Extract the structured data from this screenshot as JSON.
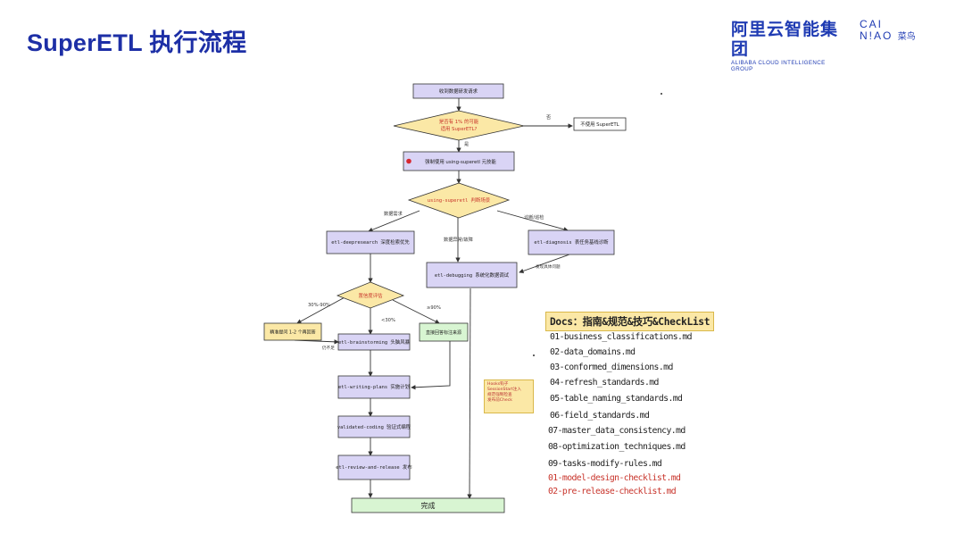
{
  "slide": {
    "title": "SuperETL 执行流程",
    "logo_alibaba_zh": "阿里云智能集团",
    "logo_alibaba_en": "ALIBABA CLOUD INTELLIGENCE GROUP",
    "logo_cainiao_line1": "CAI",
    "logo_cainiao_line2": "N!AO",
    "logo_cainiao_zh": "菜鸟"
  },
  "flow": {
    "start": "收到数据研发请求",
    "q_superetl": "是否有 1% 的可能",
    "q_superetl_2": "适用 SuperETL?",
    "no_label": "否",
    "no_superetl": "不使用 SuperETL",
    "yes_label": "是",
    "force_use": "强制使用 using-superetl 元技能",
    "judge": "using-superetl 判断场景",
    "br_requirement": "数据需求",
    "br_anomaly": "数据异常/故障",
    "br_diagnosis": "诊断/巡检",
    "deepresearch": "etl-deepresearch 深度检索优先",
    "diagnosis": "etl-diagnosis 表任务基线诊断",
    "found_issue": "发现具体问题",
    "debugging": "etl-debugging 系统化数据调试",
    "confidence": "置信度评估",
    "br_30_90": "30%-90%",
    "br_lt30": "<30%",
    "br_ge90": "≥90%",
    "ask_questions": "精准提问 1-2 个再回答",
    "brainstorming": "etl-brainstorming 头脑风暴",
    "still_unclear": "仍不足",
    "direct_answer": "直接回答标注来源",
    "writing_plans": "etl-writing-plans 实施计划",
    "validated_coding": "validated-coding 验证式编程",
    "review_release": "etl-review-and-release 发布",
    "done": "完成"
  },
  "note": {
    "line1": "Hooks钩子",
    "line2": "SessionStart注入",
    "line3": "规范强制检查",
    "line4": "发布前Check"
  },
  "docs": {
    "title": "Docs：指南&规范&技巧&CheckList",
    "items": [
      "01-business_classifications.md",
      "02-data_domains.md",
      "03-conformed_dimensions.md",
      "04-refresh_standards.md",
      "05-table_naming_standards.md",
      "06-field_standards.md",
      "07-master_data_consistency.md",
      "08-optimization_techniques.md",
      "09-tasks-modify-rules.md",
      "01-model-design-checklist.md",
      "02-pre-release-checklist.md"
    ]
  },
  "colors": {
    "title": "#1d2fa6",
    "node_fill": "#d9d4f5",
    "decision_fill": "#fbe8a6",
    "done_fill": "#d8f5d2",
    "red": "#c8342b"
  }
}
